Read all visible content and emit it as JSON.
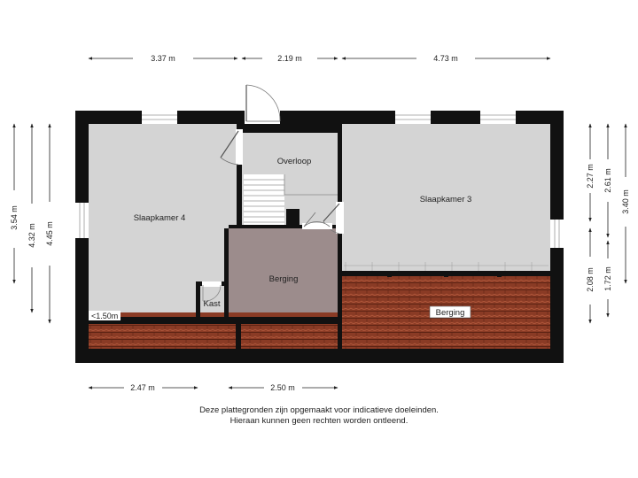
{
  "dimensions": {
    "top": [
      "3.37 m",
      "2.19 m",
      "4.73 m"
    ],
    "bottom": [
      "2.47 m",
      "2.50 m"
    ],
    "left": [
      "3.54 m",
      "4.32 m",
      "4.45 m"
    ],
    "right_outer": "3.40 m",
    "right_mid": [
      "2.61 m",
      "1.72 m"
    ],
    "right_inner": [
      "2.27 m",
      "2.08 m"
    ]
  },
  "rooms": {
    "slaapkamer4": "Slaapkamer 4",
    "slaapkamer3": "Slaapkamer 3",
    "overloop": "Overloop",
    "berging_mid": "Berging",
    "berging_right": "Berging",
    "kast": "Kast",
    "low_height": "<1.50m"
  },
  "colors": {
    "wall": "#111111",
    "floor": "#d4d4d4",
    "berging_floor": "#9c8c8c",
    "roof_tile": "#8a3b25"
  },
  "disclaimer": {
    "line1": "Deze plattegronden zijn opgemaakt voor indicatieve doeleinden.",
    "line2": "Hieraan kunnen geen rechten worden ontleend."
  }
}
